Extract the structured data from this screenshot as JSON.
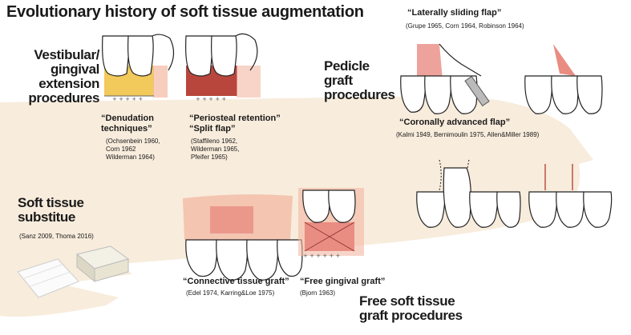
{
  "title": "Evolutionary history of soft tissue augmentation",
  "sections": {
    "vestibular": {
      "heading": "Vestibular/\ngingival\nextension\nprocedures"
    },
    "pedicle": {
      "heading": "Pedicle\ngraft\nprocedures"
    },
    "substitute": {
      "heading": "Soft tissue\nsubstitue"
    },
    "free": {
      "heading": "Free soft tissue\ngraft procedures"
    }
  },
  "procedures": {
    "denudation": {
      "label": "“Denudation\ntechniques”",
      "refs": "(Ochsenbein 1960,\nCorn 1962\nWilderman 1964)"
    },
    "periosteal": {
      "label": "“Periosteal retention”\n“Split flap”",
      "refs": "(Staffileno 1962,\nWilderman 1965,\nPfeifer 1965)"
    },
    "lateral": {
      "label": "“Laterally sliding flap”",
      "refs": "(Grupe 1965, Corn 1964, Robinson 1964)"
    },
    "coronal": {
      "label": "“Coronally advanced flap”",
      "refs": "(Kalmi 1949, Bernimoulin 1975, Allen&Miller 1989)"
    },
    "substitute": {
      "refs": "(Sanz 2009, Thoma 2016)"
    },
    "ctg": {
      "label": "“Connective tissue graft”",
      "refs": "(Edel 1974,  Karring&Loe 1975)"
    },
    "fgg": {
      "label": "“Free gingival graft”",
      "refs": "(Bjorn 1963)"
    }
  },
  "colors": {
    "arrow": "#f7ead8",
    "gum": "#f3b8a3",
    "yellow_graft": "#f2c95b",
    "red_graft": "#b8463d",
    "pink_graft": "#e98c82",
    "tooth_outline": "#222222"
  }
}
